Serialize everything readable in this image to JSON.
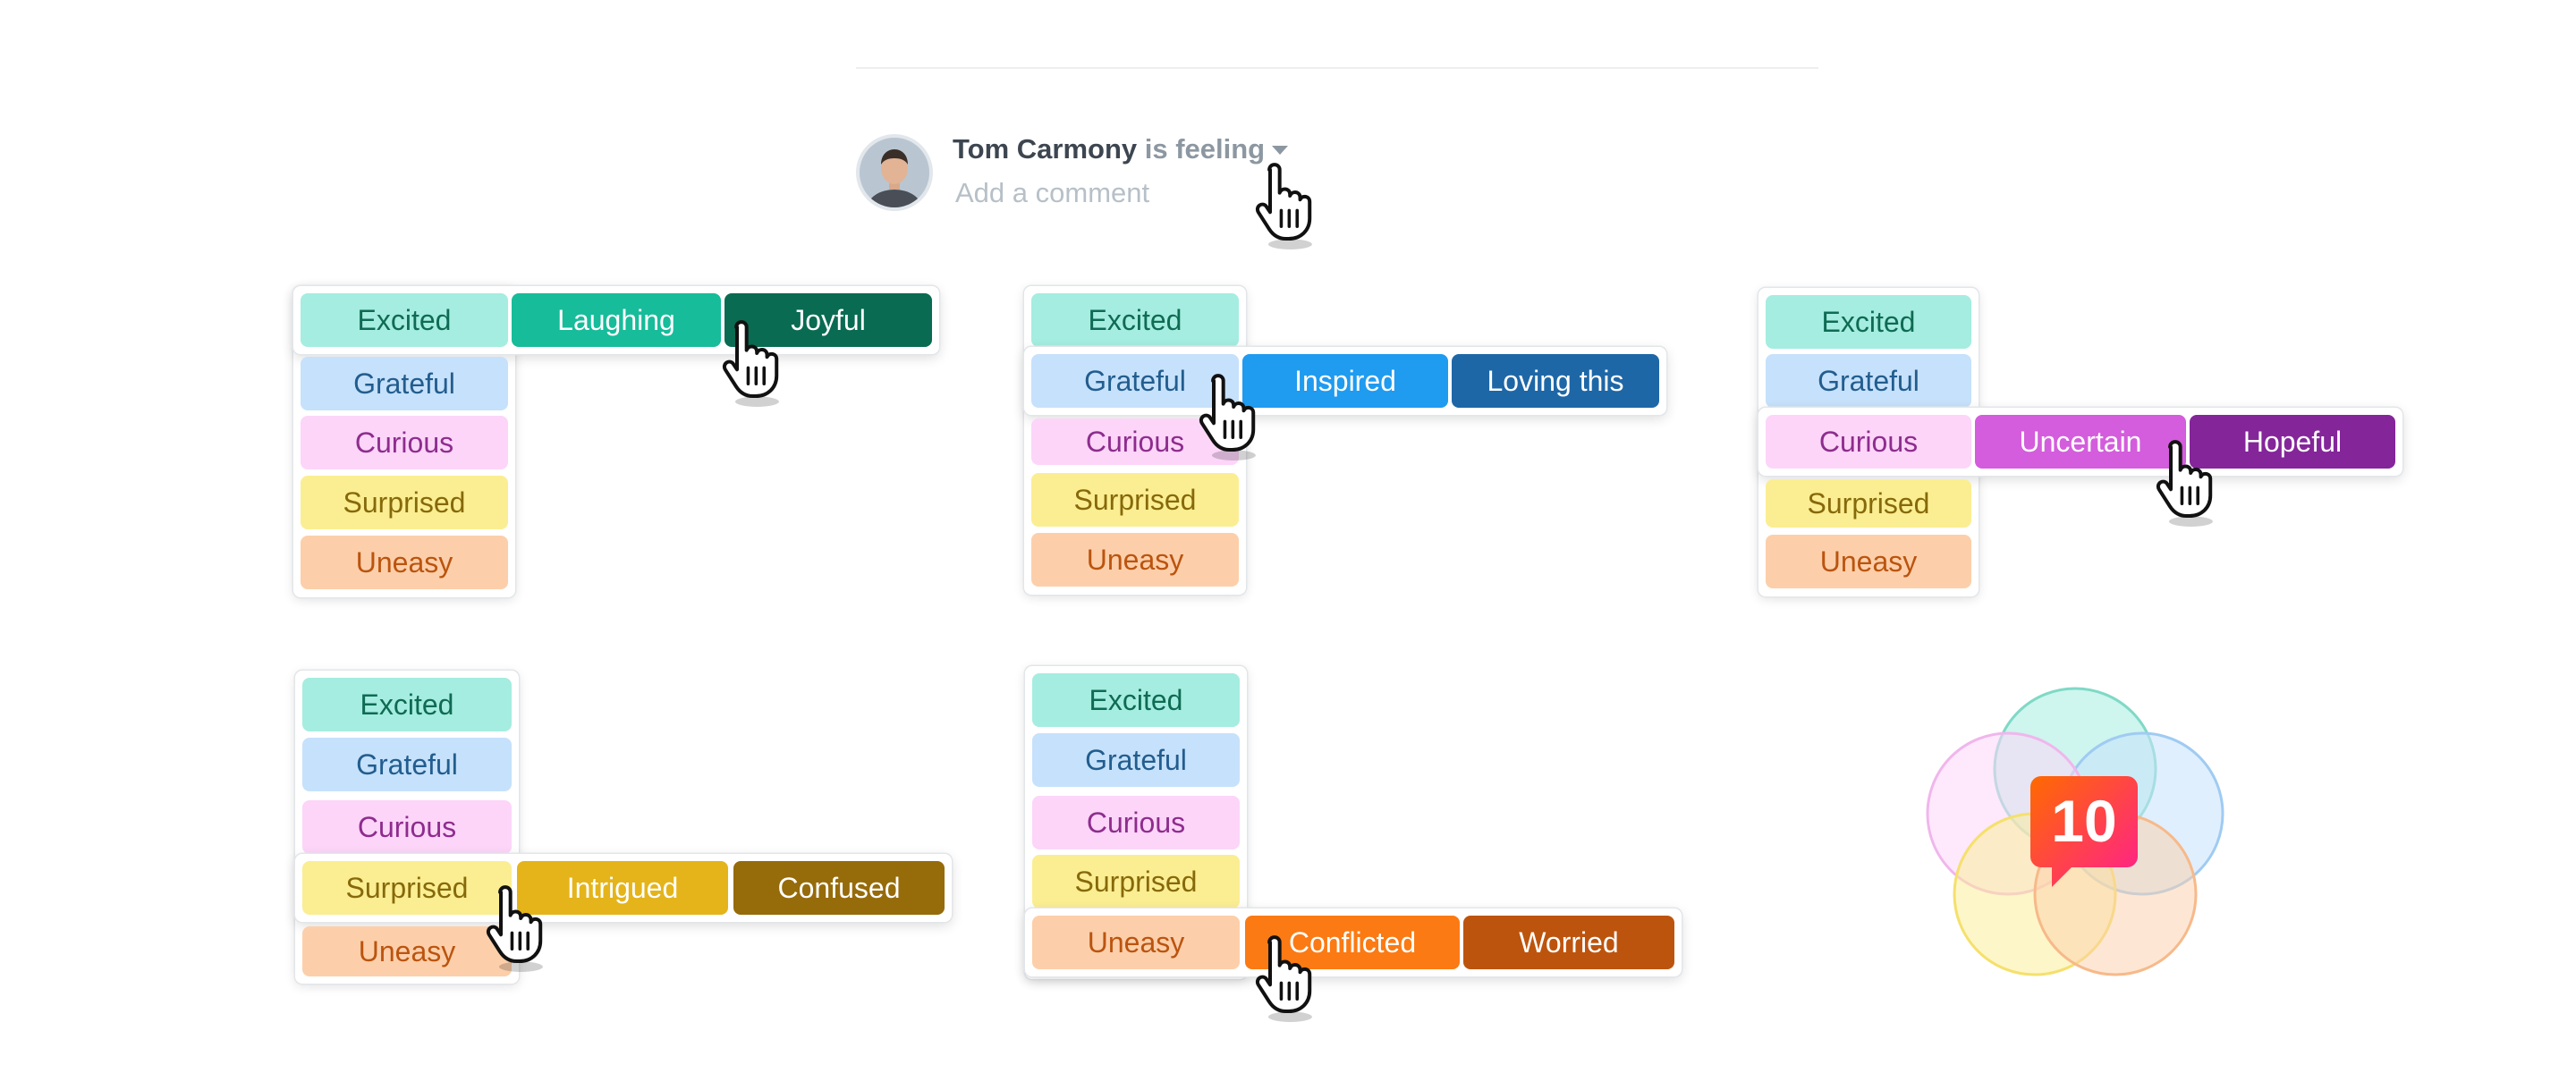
{
  "header": {
    "user_name": "Tom Carmony",
    "feeling_label": "is feeling",
    "comment_placeholder": "Add a comment",
    "avatar_icon": "user-avatar",
    "caret_icon": "caret-down-icon"
  },
  "moods": {
    "excited": "Excited",
    "grateful": "Grateful",
    "curious": "Curious",
    "surprised": "Surprised",
    "uneasy": "Uneasy"
  },
  "details": {
    "laughing": "Laughing",
    "joyful": "Joyful",
    "inspired": "Inspired",
    "loving": "Loving this",
    "uncertain": "Uncertain",
    "hopeful": "Hopeful",
    "intrigued": "Intrigued",
    "confused": "Confused",
    "conflicted": "Conflicted",
    "worried": "Worried"
  },
  "badge": {
    "count": "10"
  },
  "colors": {
    "excited": "#a5ede0",
    "grateful": "#c6e1fb",
    "curious": "#fcd5f9",
    "surprised": "#fbee92",
    "uneasy": "#fccfaa",
    "laughing": "#17bc9a",
    "joyful": "#096b52",
    "inspired": "#1f9bf0",
    "loving": "#1e67a7",
    "uncertain": "#d35ddc",
    "hopeful": "#84259a",
    "intrigued": "#e4b41a",
    "confused": "#966b0a",
    "conflicted": "#fb7a13",
    "worried": "#bd540d",
    "badge_gradient_start": "#ff6a00",
    "badge_gradient_end": "#ff1f8e"
  },
  "icons": {
    "cursor": "hand-pointer-icon",
    "logo": "overlapping-circles-logo-icon"
  }
}
